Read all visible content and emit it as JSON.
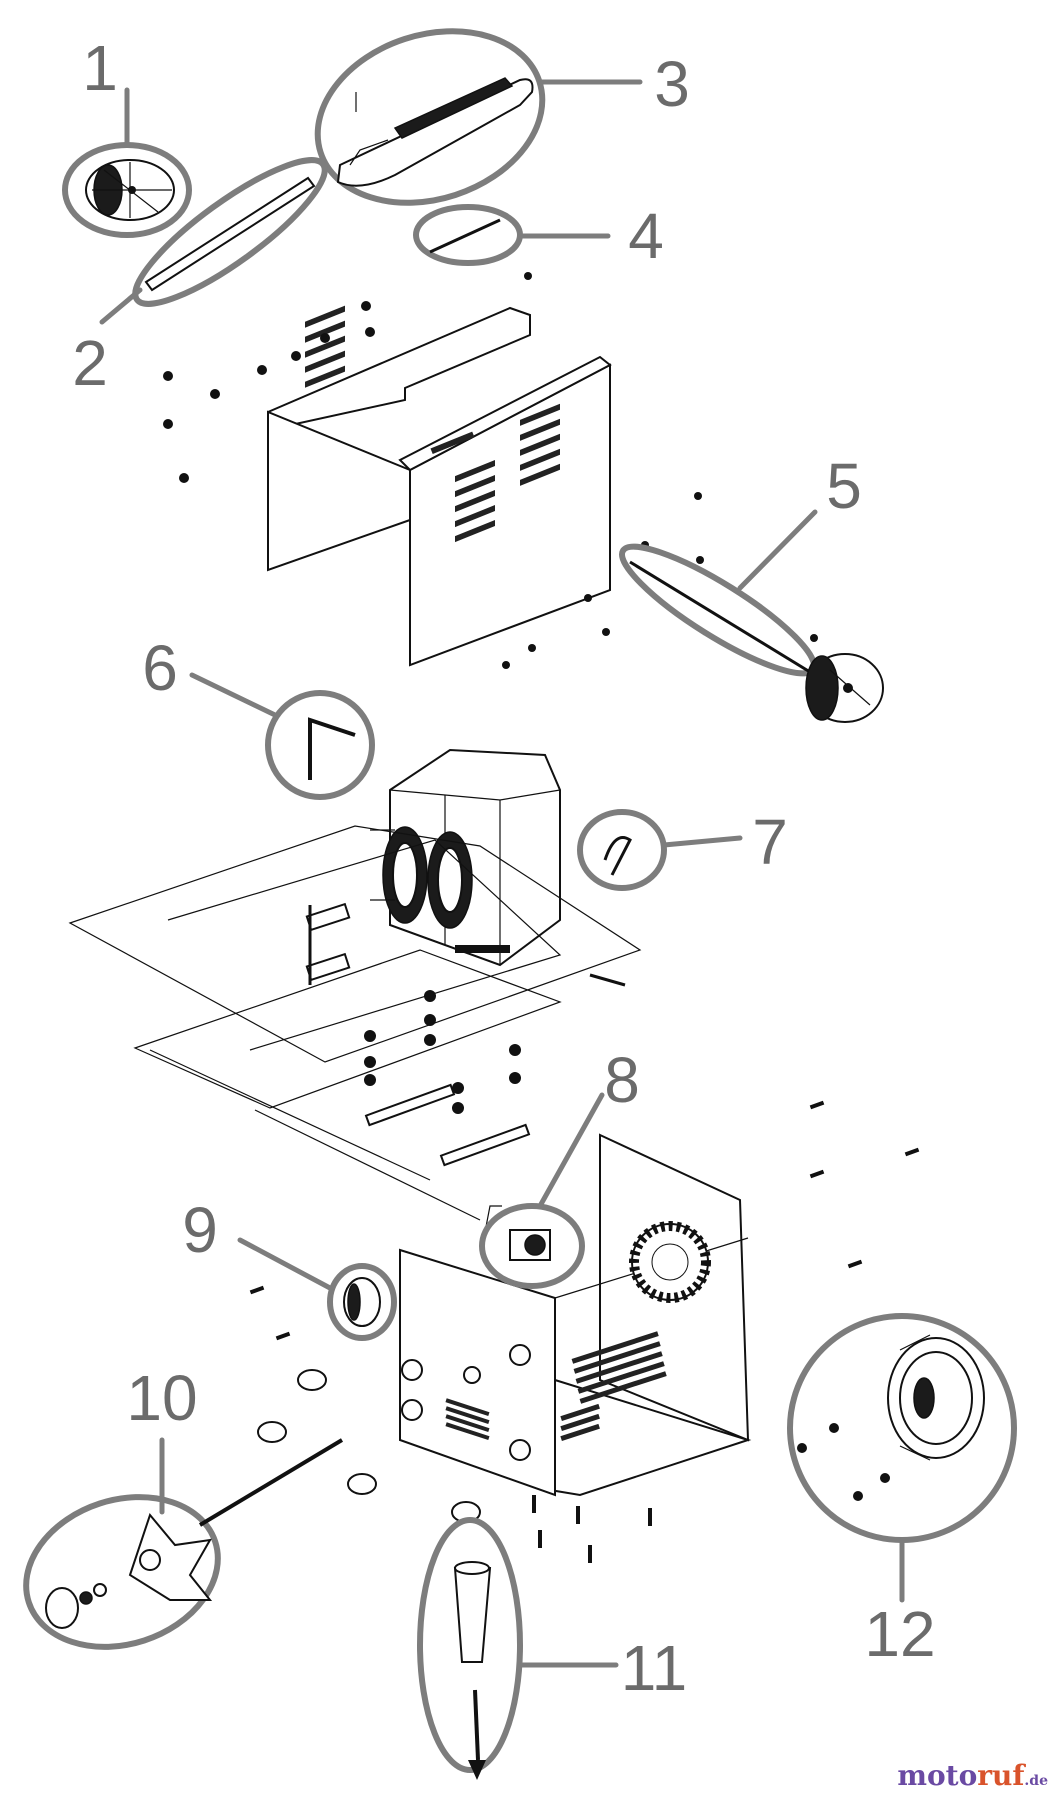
{
  "callouts": [
    {
      "id": "1",
      "label": "1"
    },
    {
      "id": "2",
      "label": "2"
    },
    {
      "id": "3",
      "label": "3"
    },
    {
      "id": "4",
      "label": "4"
    },
    {
      "id": "5",
      "label": "5"
    },
    {
      "id": "6",
      "label": "6"
    },
    {
      "id": "7",
      "label": "7"
    },
    {
      "id": "8",
      "label": "8"
    },
    {
      "id": "9",
      "label": "9"
    },
    {
      "id": "10",
      "label": "10"
    },
    {
      "id": "11",
      "label": "11"
    },
    {
      "id": "12",
      "label": "12"
    }
  ],
  "watermark": {
    "part1": "moto",
    "part2": "ruf",
    "part3": ".de"
  },
  "colors": {
    "callout": "#7d7d7d",
    "line": "#111111",
    "brand_purple": "#6a4aa3",
    "brand_orange": "#d9532b"
  }
}
